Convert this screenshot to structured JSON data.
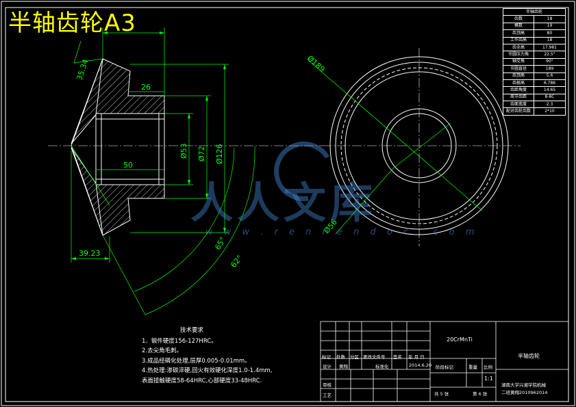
{
  "title": "半轴齿轮A3",
  "watermark": {
    "text": "人人文库",
    "url": "w w w . r e n r e n d o c . c o m"
  },
  "dimensions": {
    "d_189": "Ø189",
    "d_56": "Ø56",
    "d_53": "Ø53",
    "d_72": "Ø72",
    "d_126": "Ø126",
    "len_26": "26",
    "len_50": "50",
    "len_3923": "39.23",
    "len_3534": "35.34",
    "ang_65": "65°",
    "ang_62": "62°"
  },
  "notes": {
    "heading": "技术要求",
    "items": [
      "1．锻件硬度156-127HRC。",
      "2.去尖角毛刺。",
      "3.成品经磷化处理,层厚0.005-0.01mm。",
      "4.热处理:渗碳淬硬,回火有效硬化深度1.0-1.4mm,",
      "表面接触硬度58-64HRC,心部硬度33-48HRC."
    ]
  },
  "param_table": {
    "title": "半轴齿轮",
    "rows": [
      [
        "齿数",
        "18"
      ],
      [
        "模数",
        "19"
      ],
      [
        "齿顶高",
        "80"
      ],
      [
        "工作齿高",
        "18"
      ],
      [
        "齿全高",
        "17.981"
      ],
      [
        "节圆压力角",
        "22.5°"
      ],
      [
        "轴交角",
        "90°"
      ],
      [
        "节圆直径",
        "189"
      ],
      [
        "齿顶高",
        "5.6"
      ],
      [
        "齿根高",
        "6.786"
      ],
      [
        "齿距角度",
        "14.65"
      ],
      [
        "周节齿距",
        "8-8C"
      ],
      [
        "齿面宽度",
        "2.3"
      ],
      [
        "配对齿轮齿数",
        "2*10"
      ]
    ]
  },
  "title_block": {
    "material": "20CrMnTi",
    "part_name": "半轴齿轮",
    "headers": [
      "标记",
      "处数",
      "分区",
      "更改文件号",
      "签名",
      "年 月 日"
    ],
    "design_label": "设计",
    "designer": "黄翔",
    "standard_label": "标准化",
    "date": "2014.6.20",
    "stage_label": "阶段标记",
    "weight_label": "重量",
    "scale_label": "比例",
    "scale": "1:1",
    "review_label": "审核",
    "process_label": "工艺",
    "sheets_total": "共 5 张",
    "sheet_no": "第 6 张",
    "school": "湖南大学兴湘学院机械",
    "class": "二班黄翔2010962014"
  },
  "colors": {
    "background": "#000000",
    "geometry": "#ffffff",
    "dimension": "#00ff00",
    "title": "#ffff00",
    "watermark": "#4a8cdc"
  }
}
